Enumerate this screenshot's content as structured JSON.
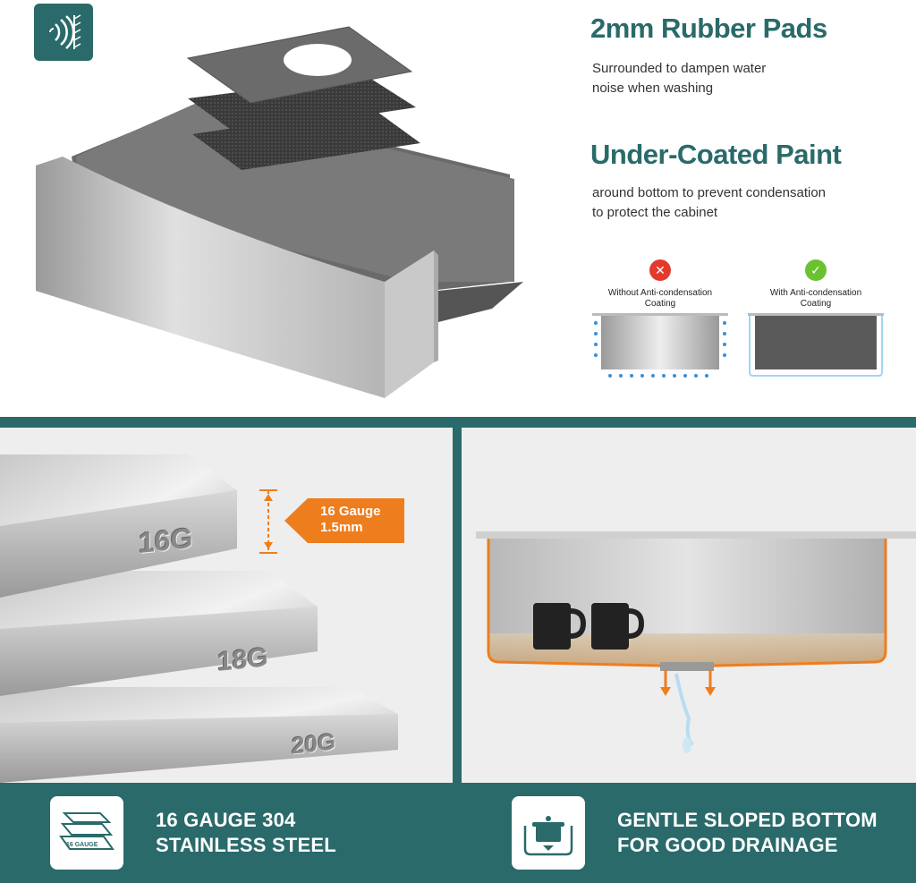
{
  "top": {
    "heading1": "2mm Rubber Pads",
    "desc1_line1": "Surrounded to dampen water",
    "desc1_line2": "noise when washing",
    "heading2": "Under-Coated Paint",
    "desc2_line1": "around bottom to prevent condensation",
    "desc2_line2": "to protect the cabinet",
    "without_line1": "Without Anti-condensation",
    "without_line2": "Coating",
    "with_line1": "With Anti-condensation",
    "with_line2": "Coating"
  },
  "left_panel": {
    "badge_line1": "16 Gauge",
    "badge_line2": "1.5mm",
    "plate1": "16G",
    "plate2": "18G",
    "plate3": "20G",
    "footer_line1": "16 GAUGE 304",
    "footer_line2": "STAINLESS STEEL",
    "footer_icon_text": "16 GAUGE"
  },
  "right_panel": {
    "footer_line1": "GENTLE SLOPED BOTTOM",
    "footer_line2": "FOR GOOD DRAINAGE"
  },
  "colors": {
    "teal": "#2a6a6a",
    "orange": "#ee7d1e",
    "red": "#e23b2e",
    "green": "#6cc132"
  },
  "icons": [
    "sound-dampening-icon",
    "cross-icon",
    "check-icon",
    "steel-plates-icon",
    "pot-icon"
  ]
}
